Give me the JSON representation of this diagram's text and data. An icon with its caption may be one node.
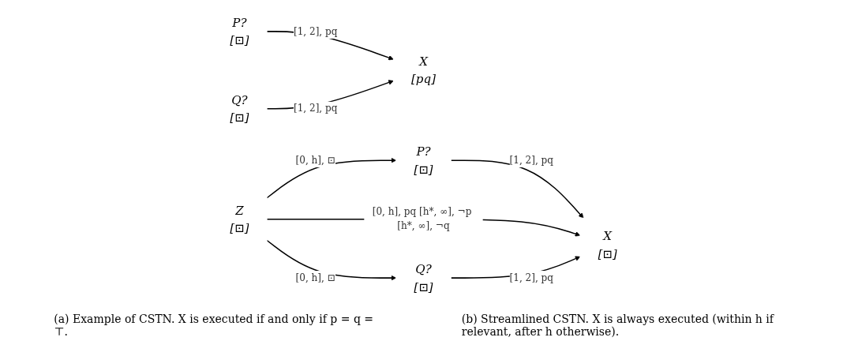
{
  "diagram": {
    "nodes": [
      {
        "text": [
          "P?",
          "[⊡]"
        ]
      },
      {
        "text": [
          "X",
          "[pq]"
        ]
      },
      {
        "text": [
          "Q?",
          "[⊡]"
        ]
      },
      {
        "text": [
          "P?",
          "[⊡]"
        ]
      },
      {
        "text": [
          "Z",
          "[⊡]"
        ]
      },
      {
        "text": [
          "X",
          "[⊡]"
        ]
      },
      {
        "text": [
          "Q?",
          "[⊡]"
        ]
      }
    ],
    "edges": [
      {
        "from": 0,
        "to": 1,
        "arrow": "to",
        "label": "[1, 2], pq"
      },
      {
        "from": 2,
        "to": 1,
        "arrow": "to",
        "label": "[1, 2], pq"
      },
      {
        "from": 4,
        "to": 3,
        "arrow": "to",
        "label": "[0, h], ⊡"
      },
      {
        "from": 3,
        "to": 5,
        "arrow": "to",
        "label": "[1, 2], pq"
      },
      {
        "from": 4,
        "to": 5,
        "arrow": "to",
        "label": "[0, h], pq [h*, ∞], ¬p [h*, ∞], ¬q"
      },
      {
        "from": 4,
        "to": 6,
        "arrow": "to",
        "label": "[0, h], ⊡"
      },
      {
        "from": 6,
        "to": 5,
        "arrow": "to",
        "label": "[1, 2], pq"
      }
    ],
    "labels": [
      "(a) Example of CSTN. X is executed if and only if p = q = ⊤.",
      "(b) Streamlined CSTN. X is always executed (within h if relevant, after h otherwise)."
    ]
  }
}
